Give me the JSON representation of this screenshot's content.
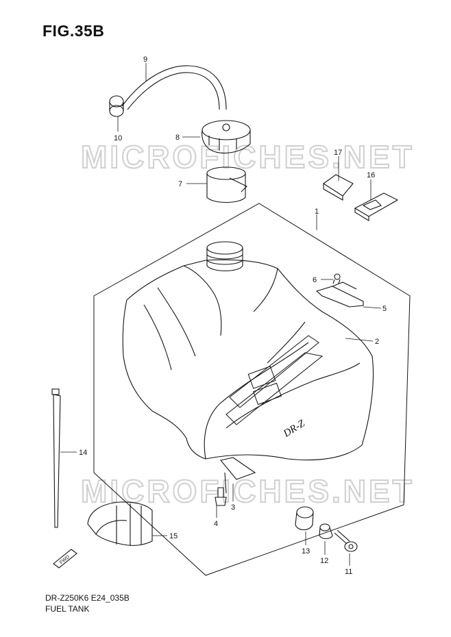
{
  "title": "FIG.35B",
  "model_code": "DR-Z250K6 E24_035B",
  "caption": "FUEL TANK",
  "watermark": "MICROFICHES.NET",
  "tank_decal_text": "DR-Z",
  "front_marker": "FWD",
  "callouts": {
    "1": "1",
    "2": "2",
    "3": "3",
    "4": "4",
    "5": "5",
    "6": "6",
    "7": "7",
    "8": "8",
    "9": "9",
    "10": "10",
    "11": "11",
    "12": "12",
    "13": "13",
    "14": "14",
    "15": "15",
    "16": "16",
    "17": "17"
  }
}
